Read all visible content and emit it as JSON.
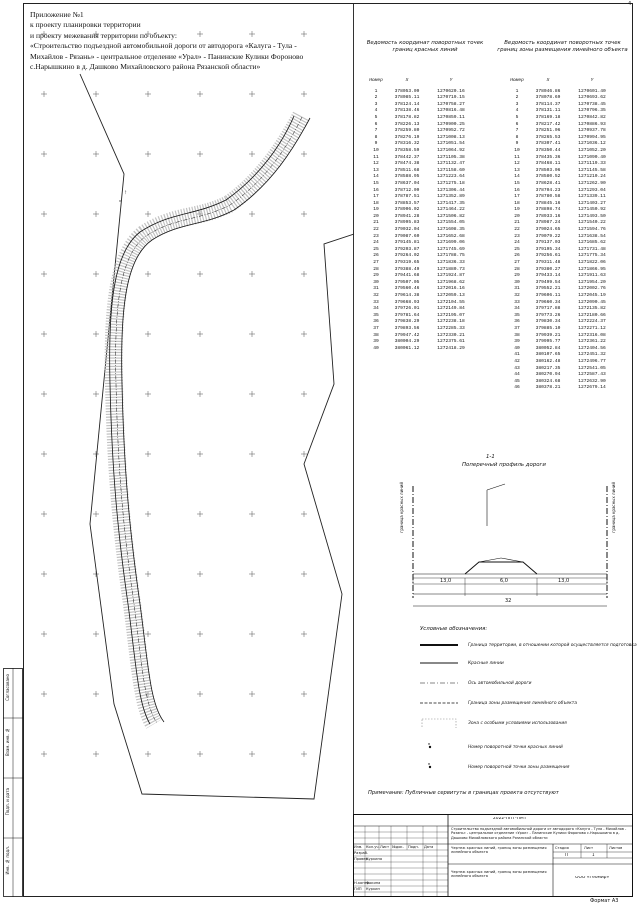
{
  "heading": {
    "lines": [
      "Приложение №1",
      "к проекту планировки территории",
      "и проекту межевания территории по объекту:",
      "«Строительство подъездной автомобильной дороги  от автодорога «Калуга - Тула -",
      "Михайлов - Рязань» - центральное отделение «Урал» - Панинские Кулики Фороново",
      "с.Нарышкино в д. Дашково Михайловского района Рязанской области»"
    ]
  },
  "page_number": "4",
  "table_left": {
    "title_line1": "Ведомость координат поворотных точек",
    "title_line2": "границ красных линий",
    "headers": [
      "Номер",
      "X",
      "Y"
    ],
    "rows": [
      [
        "1",
        "378053.09",
        "1270620.16"
      ],
      [
        "2",
        "378085.11",
        "1270719.15"
      ],
      [
        "3",
        "378124.14",
        "1270758.27"
      ],
      [
        "4",
        "378138.46",
        "1270816.48"
      ],
      [
        "5",
        "378178.82",
        "1270859.11"
      ],
      [
        "6",
        "378226.13",
        "1270900.25"
      ],
      [
        "7",
        "378259.80",
        "1270952.72"
      ],
      [
        "8",
        "378276.19",
        "1271008.13"
      ],
      [
        "9",
        "378316.32",
        "1271051.54"
      ],
      [
        "10",
        "378358.59",
        "1271064.92"
      ],
      [
        "11",
        "378442.37",
        "1271105.38"
      ],
      [
        "12",
        "378474.38",
        "1271132.47"
      ],
      [
        "13",
        "378511.68",
        "1271158.60"
      ],
      [
        "14",
        "378588.95",
        "1271223.64"
      ],
      [
        "15",
        "378637.04",
        "1271275.18"
      ],
      [
        "16",
        "378712.09",
        "1271306.44"
      ],
      [
        "17",
        "378787.51",
        "1271352.89"
      ],
      [
        "18",
        "378853.57",
        "1271417.35"
      ],
      [
        "19",
        "378906.02",
        "1271464.22"
      ],
      [
        "20",
        "378941.28",
        "1271506.82"
      ],
      [
        "21",
        "378995.83",
        "1271554.05"
      ],
      [
        "22",
        "379032.04",
        "1271608.35"
      ],
      [
        "23",
        "379087.60",
        "1271652.68"
      ],
      [
        "24",
        "379145.81",
        "1271699.06"
      ],
      [
        "25",
        "379203.87",
        "1271745.69"
      ],
      [
        "26",
        "379264.02",
        "1271788.75"
      ],
      [
        "27",
        "379319.65",
        "1271836.33"
      ],
      [
        "28",
        "379388.49",
        "1271880.73"
      ],
      [
        "29",
        "379441.68",
        "1271924.87"
      ],
      [
        "30",
        "379507.05",
        "1271968.62"
      ],
      [
        "31",
        "379560.46",
        "1272016.16"
      ],
      [
        "32",
        "379614.38",
        "1272059.13"
      ],
      [
        "33",
        "379668.93",
        "1272104.55"
      ],
      [
        "34",
        "379726.01",
        "1272149.84"
      ],
      [
        "35",
        "379781.64",
        "1272195.07"
      ],
      [
        "36",
        "379838.29",
        "1272238.18"
      ],
      [
        "37",
        "379893.56",
        "1272285.33"
      ],
      [
        "38",
        "379947.42",
        "1272330.21"
      ],
      [
        "39",
        "380004.29",
        "1272375.61"
      ],
      [
        "40",
        "380061.12",
        "1272418.29"
      ]
    ]
  },
  "table_right": {
    "title_line1": "Ведомость координат поворотных точек",
    "title_line2": "границ зоны размещения линейного объекта",
    "headers": [
      "Номер",
      "X",
      "Y"
    ],
    "rows": [
      [
        "1",
        "378046.86",
        "1270601.40"
      ],
      [
        "2",
        "378078.69",
        "1270693.62"
      ],
      [
        "3",
        "378114.37",
        "1270738.45"
      ],
      [
        "4",
        "378131.11",
        "1270796.35"
      ],
      [
        "5",
        "378169.18",
        "1270842.82"
      ],
      [
        "6",
        "378217.42",
        "1270886.93"
      ],
      [
        "7",
        "378251.06",
        "1270937.78"
      ],
      [
        "8",
        "378265.53",
        "1270994.95"
      ],
      [
        "9",
        "378307.41",
        "1271036.12"
      ],
      [
        "10",
        "378350.44",
        "1271052.20"
      ],
      [
        "11",
        "378435.36",
        "1271090.40"
      ],
      [
        "12",
        "378468.11",
        "1271119.33"
      ],
      [
        "13",
        "378503.06",
        "1271145.58"
      ],
      [
        "14",
        "378580.52",
        "1271210.24"
      ],
      [
        "15",
        "378628.41",
        "1271262.90"
      ],
      [
        "16",
        "378704.23",
        "1271293.04"
      ],
      [
        "17",
        "378780.58",
        "1271339.11"
      ],
      [
        "18",
        "378845.16",
        "1271403.27"
      ],
      [
        "19",
        "378898.74",
        "1271450.92"
      ],
      [
        "20",
        "378933.16",
        "1271493.50"
      ],
      [
        "21",
        "378987.24",
        "1271540.22"
      ],
      [
        "22",
        "379024.65",
        "1271594.76"
      ],
      [
        "23",
        "379079.22",
        "1271638.54"
      ],
      [
        "24",
        "379137.03",
        "1271685.62"
      ],
      [
        "25",
        "379195.34",
        "1271731.48"
      ],
      [
        "26",
        "379256.61",
        "1271775.34"
      ],
      [
        "27",
        "379311.48",
        "1271822.06"
      ],
      [
        "28",
        "379380.27",
        "1271866.95"
      ],
      [
        "29",
        "379433.14",
        "1271911.63"
      ],
      [
        "30",
        "379499.54",
        "1271954.20"
      ],
      [
        "31",
        "379552.21",
        "1272002.76"
      ],
      [
        "32",
        "379606.11",
        "1272045.19"
      ],
      [
        "33",
        "379660.34",
        "1272090.45"
      ],
      [
        "34",
        "379717.88",
        "1272135.82"
      ],
      [
        "35",
        "379773.26",
        "1272180.66"
      ],
      [
        "36",
        "379830.34",
        "1272224.37"
      ],
      [
        "37",
        "379885.10",
        "1272271.12"
      ],
      [
        "38",
        "379939.21",
        "1272316.08"
      ],
      [
        "39",
        "379995.77",
        "1272361.22"
      ],
      [
        "40",
        "380052.84",
        "1272404.56"
      ],
      [
        "41",
        "380107.65",
        "1272451.32"
      ],
      [
        "42",
        "380162.48",
        "1272496.77"
      ],
      [
        "43",
        "380217.35",
        "1272541.05"
      ],
      [
        "44",
        "380270.94",
        "1272587.43"
      ],
      [
        "45",
        "380324.68",
        "1272632.90"
      ],
      [
        "46",
        "380378.21",
        "1272679.14"
      ]
    ]
  },
  "section": {
    "label": "1-1",
    "subtitle": "Поперечный профиль  дороги",
    "left_vertical": "граница красных линий",
    "right_vertical": "граница красных линий",
    "dim_left": "13,0",
    "dim_mid": "6,0",
    "dim_right": "13,0",
    "dim_total": "32"
  },
  "legend": {
    "title": "Условные обозначения:",
    "items": [
      "Граница территории, в отношении которой осуществляется подготовка",
      "Красные линии",
      "Ось автомобильной дороги",
      "Граница зоны размещения линейного объекта",
      "Зона с особыми условиями использования",
      "Номер поворотной точки красных линий",
      "Номер поворотной точки зоны размещения"
    ]
  },
  "note": "Примечание: Публичные сервитуты в границах проекта отсутствуют",
  "stamp": {
    "code": "2022-ППТ-ПМТ",
    "object": "Строительство подъездной автомобильной дороги  от автодорога «Калуга - Тула - Михайлов - Рязань» - центральное отделение «Урал» - Панинские Кулики Фороново с.Нарышкино в д. Дашково Михайловского района Рязанской области",
    "rev_headers": [
      "Изм.",
      "Кол.уч.",
      "Лист",
      "№док.",
      "Подп.",
      "Дата"
    ],
    "roles": [
      "Разраб.",
      "Провер.",
      "",
      "",
      "Н.контр.",
      "ГИП"
    ],
    "names": [
      "",
      "Куркина",
      "",
      "",
      "Фокина",
      "Куркин"
    ],
    "sheet_title": "Чертеж красных линий, границ зоны размещения линейного объекта",
    "stage_headers": [
      "Стадия",
      "Лист",
      "Листов"
    ],
    "stage_values": [
      "П",
      "1",
      ""
    ],
    "drawing_title": "Чертеж красных линий, границ зоны размещения линейного объекта",
    "org": "ООО «Геомир»"
  },
  "side_stamp": [
    "Согласовано",
    "Взам. инв. №",
    "Подп. и дата",
    "Инв. № подл."
  ],
  "format_label": "Формат А3"
}
